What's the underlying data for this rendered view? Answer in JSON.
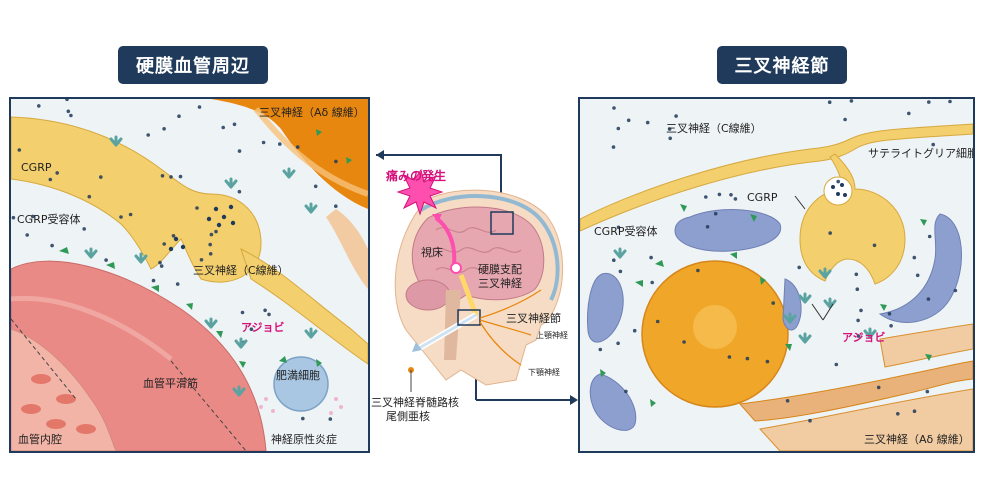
{
  "titles": {
    "left": "硬膜血管周辺",
    "right": "三叉神経節"
  },
  "left_panel": {
    "trigeminal_a_delta": "三叉神経（Aδ 線維）",
    "cgrp": "CGRP",
    "cgrp_receptor": "CGRP受容体",
    "trigeminal_c": "三叉神経（C線維）",
    "ajovy": "アジョビ",
    "mast_cell": "肥満細胞",
    "vascular_smooth_muscle": "血管平滑筋",
    "vascular_lumen": "血管内腔",
    "neurogenic_inflammation": "神経原性炎症"
  },
  "center": {
    "pain_onset": "痛みの発生",
    "thalamus": "視床",
    "dura_innervation_line1": "硬膜支配",
    "dura_innervation_line2": "三叉神経",
    "trigeminal_ganglion": "三叉神経節",
    "maxillary_nerve": "上顎神経",
    "mandibular_nerve": "下顎神経",
    "spinal_nucleus_line1": "三叉神経脊髄路核",
    "spinal_nucleus_line2": "尾側亜核"
  },
  "right_panel": {
    "trigeminal_c": "三叉神経（C線維）",
    "satellite_glia": "サテライトグリア細胞",
    "cgrp": "CGRP",
    "cgrp_receptor": "CGRP受容体",
    "ajovy": "アジョビ",
    "trigeminal_a_delta": "三叉神経（Aδ 線維）"
  },
  "colors": {
    "navy": "#1f3a5a",
    "nerve_yellow": "#f3cf6e",
    "nerve_orange": "#e8870f",
    "muscle_pink": "#e98a86",
    "pink_label": "#d4127a",
    "glia_blue": "#8d9fcf",
    "receptor_green": "#2f9a57",
    "antibody_teal": "#5aa3a0"
  }
}
